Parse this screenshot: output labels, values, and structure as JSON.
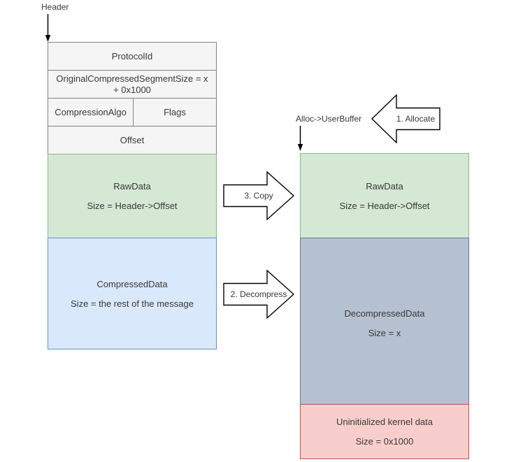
{
  "colors": {
    "canvas-bg": "#ffffff",
    "gray-fill": "#f5f5f5",
    "gray-stroke": "#828282",
    "green-fill": "#d5e8d4",
    "green-stroke": "#8cb87e",
    "blue-fill": "#dae8fc",
    "blue-stroke": "#6c8ebf",
    "slate-fill": "#b5c1d0",
    "slate-stroke": "#5f7a9d",
    "pink-fill": "#f8cecc",
    "pink-stroke": "#b85450",
    "text-color": "#383838",
    "arrow-stroke": "#000000"
  },
  "pointers": {
    "header_label": "Header",
    "alloc_label": "Alloc->UserBuffer"
  },
  "smb_message": {
    "protocol_id": "ProtocolId",
    "segment_size": "OriginalCompressedSegmentSize = x + 0x1000",
    "compression_algo": "CompressionAlgo",
    "flags": "Flags",
    "offset": "Offset",
    "raw_data": {
      "title": "RawData",
      "size": "Size = Header->Offset"
    },
    "compressed_data": {
      "title": "CompressedData",
      "size": "Size = the rest of the message"
    }
  },
  "kernel_buffer": {
    "raw_data": {
      "title": "RawData",
      "size": "Size = Header->Offset"
    },
    "decompressed_data": {
      "title": "DecompressedData",
      "size": "Size = x"
    },
    "uninitialized": {
      "title": "Uninitialized kernel data",
      "size": "Size = 0x1000"
    }
  },
  "step_arrows": {
    "allocate": "1. Allocate",
    "decompress": "2. Decompress",
    "copy": "3. Copy"
  }
}
